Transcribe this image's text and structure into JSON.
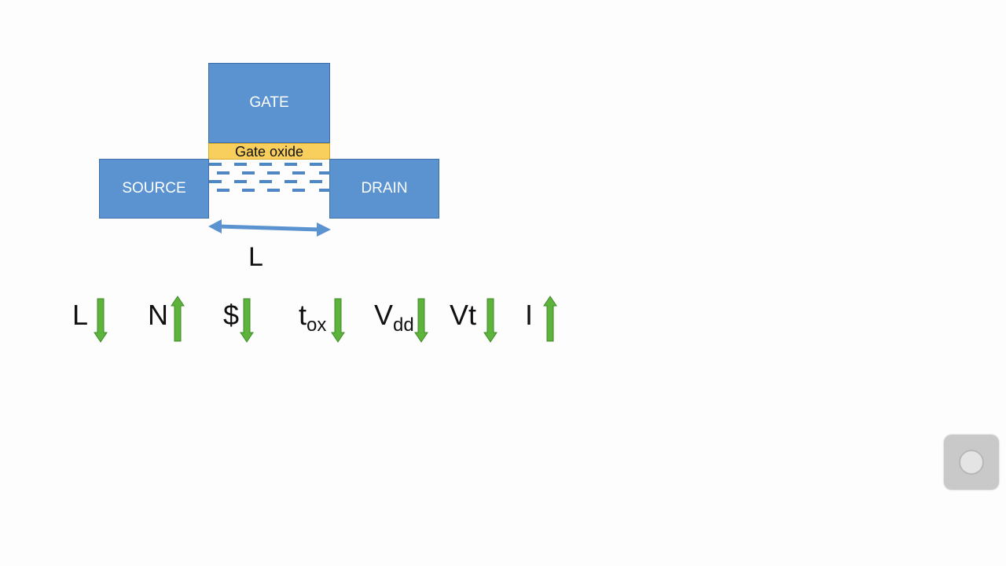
{
  "diagram": {
    "gate_label": "GATE",
    "oxide_label": "Gate oxide",
    "source_label": "SOURCE",
    "drain_label": "DRAIN",
    "length_label": "L",
    "colors": {
      "terminal_fill": "#5b93d0",
      "oxide_fill": "#f8cf5d",
      "channel_dash": "#4f87c4",
      "length_arrow": "#5b93d0",
      "trend_arrow": "#5db33b"
    }
  },
  "trends": [
    {
      "symbol": "L",
      "subscript": "",
      "direction": "down"
    },
    {
      "symbol": "N",
      "subscript": "",
      "direction": "up"
    },
    {
      "symbol": "$",
      "subscript": "",
      "direction": "down"
    },
    {
      "symbol": "t",
      "subscript": "ox",
      "direction": "down"
    },
    {
      "symbol": "V",
      "subscript": "dd",
      "direction": "down"
    },
    {
      "symbol": "Vt",
      "subscript": "",
      "direction": "down"
    },
    {
      "symbol": "I",
      "subscript": "",
      "direction": "up"
    }
  ],
  "overlay": {
    "record_button_icon": "record-icon"
  }
}
